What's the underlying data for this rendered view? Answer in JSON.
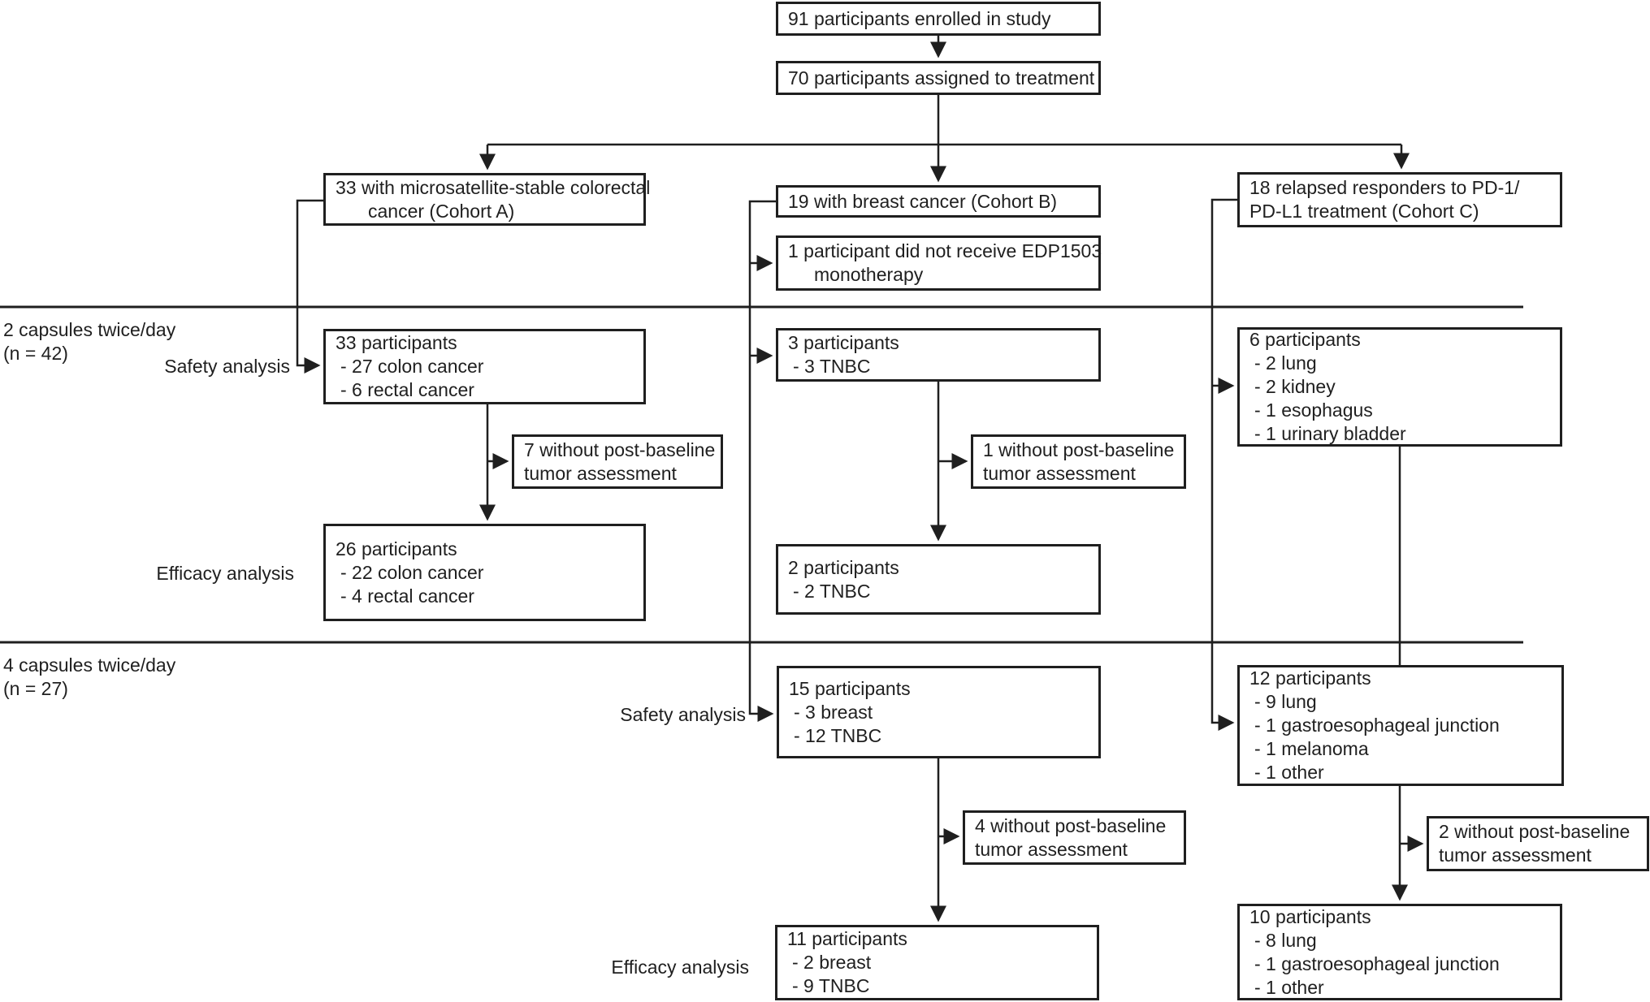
{
  "colors": {
    "ink": "#1f1f1f",
    "background": "#ffffff"
  },
  "boxes": {
    "enrolled": {
      "lines": [
        "91 participants enrolled in study"
      ]
    },
    "assigned": {
      "lines": [
        "70 participants assigned to treatment"
      ]
    },
    "cohort_a": {
      "lines": [
        "33 with microsatellite-stable colorectal",
        "cancer (Cohort A)"
      ]
    },
    "cohort_b": {
      "lines": [
        "19 with breast cancer (Cohort B)"
      ]
    },
    "cohort_c": {
      "lines": [
        "18 relapsed responders to PD-1/",
        "PD-L1 treatment (Cohort C)"
      ]
    },
    "not_received": {
      "lines": [
        "1 participant did not receive EDP1503",
        "monotherapy"
      ]
    },
    "safety_a": {
      "lines": [
        "33 participants",
        "- 27 colon cancer",
        "- 6 rectal cancer"
      ]
    },
    "without_a": {
      "lines": [
        "7 without post-baseline",
        "tumor assessment"
      ]
    },
    "efficacy_a": {
      "lines": [
        "26 participants",
        "- 22 colon cancer",
        "- 4 rectal cancer"
      ]
    },
    "safety_b1": {
      "lines": [
        "3 participants",
        "- 3 TNBC"
      ]
    },
    "without_b1": {
      "lines": [
        "1 without post-baseline",
        "tumor assessment"
      ]
    },
    "efficacy_b1": {
      "lines": [
        "2 participants",
        "- 2 TNBC"
      ]
    },
    "safety_c1": {
      "lines": [
        "6 participants",
        "- 2 lung",
        "- 2 kidney",
        "- 1 esophagus",
        "- 1 urinary bladder"
      ]
    },
    "safety_b2": {
      "lines": [
        "15 participants",
        "- 3 breast",
        "- 12 TNBC"
      ]
    },
    "without_b2": {
      "lines": [
        "4 without post-baseline",
        "tumor assessment"
      ]
    },
    "efficacy_b2": {
      "lines": [
        "11 participants",
        "- 2 breast",
        "- 9 TNBC"
      ]
    },
    "safety_c2": {
      "lines": [
        "12 participants",
        "- 9 lung",
        "- 1 gastroesophageal junction",
        "- 1 melanoma",
        "- 1 other"
      ]
    },
    "without_c2": {
      "lines": [
        "2 without post-baseline",
        "tumor assessment"
      ]
    },
    "efficacy_c2": {
      "lines": [
        "10 participants",
        "- 8 lung",
        "- 1 gastroesophageal junction",
        "- 1 other"
      ]
    }
  },
  "labels": {
    "dose1_line1": "2 capsules twice/day",
    "dose1_line2": "(n = 42)",
    "dose2_line1": "4 capsules twice/day",
    "dose2_line2": "(n = 27)",
    "safety1": "Safety analysis",
    "efficacy1": "Efficacy analysis",
    "safety2": "Safety analysis",
    "efficacy2": "Efficacy analysis"
  }
}
